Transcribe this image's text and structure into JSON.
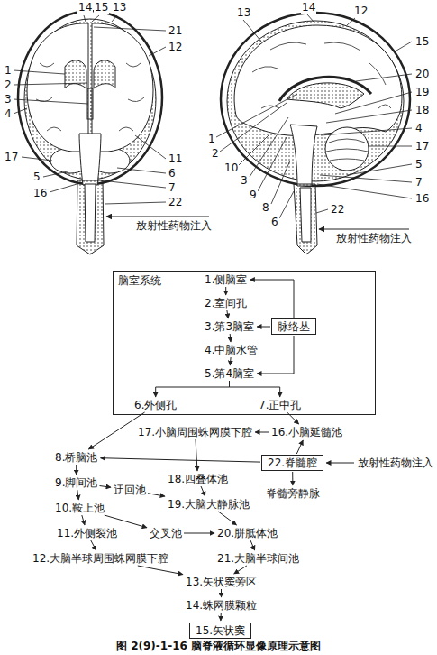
{
  "diagram": {
    "caption": "图 2(9)-1-16 脑脊液循环显像原理示意图",
    "nodes": [
      {
        "text": [
          "脑室系统"
        ]
      },
      {
        "text": [
          "1.侧脑室"
        ],
        "in": 0
      },
      {
        "text": [
          "2.室间孔"
        ],
        "in": 0
      },
      {
        "text": [
          "3.第3脑室"
        ],
        "in": 0
      },
      {
        "text": [
          "4.中脑水管"
        ],
        "in": 0
      },
      {
        "text": [
          "5.第4脑室"
        ],
        "in": 0
      },
      {
        "text": [
          "脉络丛"
        ],
        "in": 0
      },
      {
        "text": [
          "6.外侧孔"
        ],
        "in": 0
      },
      {
        "text": [
          "7.正中孔"
        ],
        "in": 0
      },
      {
        "text": [
          "8.桥脑池"
        ]
      },
      {
        "text": [
          "17.小脑周围蛛网膜下腔"
        ]
      },
      {
        "text": [
          "16.小脑延髓池"
        ]
      },
      {
        "text": [
          "22.脊髓腔"
        ]
      },
      {
        "text": [
          "脊髓旁静脉"
        ]
      },
      {
        "text": [
          "9.脚间池"
        ]
      },
      {
        "text": [
          "迂回池"
        ]
      },
      {
        "text": [
          "18.四叠体池"
        ]
      },
      {
        "text": [
          "10.鞍上池"
        ]
      },
      {
        "text": [
          "19.大脑大静脉池"
        ]
      },
      {
        "text": [
          "11.外侧裂池"
        ]
      },
      {
        "text": [
          "交叉池"
        ]
      },
      {
        "text": [
          "20.胼胝体池"
        ]
      },
      {
        "text": [
          "12.大脑半球周围蛛网膜下腔"
        ]
      },
      {
        "text": [
          "21.大脑半球间池"
        ]
      },
      {
        "text": [
          "13.矢状窦旁区"
        ]
      },
      {
        "text": [
          "14.蛛网膜颗粒"
        ]
      },
      {
        "text": [
          "15.矢状窦"
        ]
      }
    ],
    "edges": [
      {
        "from": 1,
        "to": 2,
        "arrow": "to"
      },
      {
        "from": 2,
        "to": 3,
        "arrow": "to"
      },
      {
        "from": 3,
        "to": 4,
        "arrow": "to"
      },
      {
        "from": 4,
        "to": 5,
        "arrow": "to"
      },
      {
        "from": 6,
        "to": 1,
        "arrow": "to"
      },
      {
        "from": 6,
        "to": 3,
        "arrow": "to"
      },
      {
        "from": 6,
        "to": 5,
        "arrow": "to"
      },
      {
        "from": 5,
        "to": 7,
        "arrow": "to"
      },
      {
        "from": 5,
        "to": 8,
        "arrow": "to"
      },
      {
        "from": 7,
        "to": 9,
        "arrow": "to"
      },
      {
        "from": 8,
        "to": 11,
        "arrow": "to"
      },
      {
        "from": 11,
        "to": 10,
        "arrow": "to"
      },
      {
        "from": 12,
        "to": 11,
        "arrow": "to"
      },
      {
        "from": 12,
        "to": 9,
        "arrow": "to"
      },
      {
        "from": 12,
        "to": 13,
        "arrow": "to"
      },
      {
        "from": 9,
        "to": 14,
        "arrow": "to"
      },
      {
        "from": 14,
        "to": 15,
        "arrow": "to"
      },
      {
        "from": 14,
        "to": 17,
        "arrow": "to"
      },
      {
        "from": 10,
        "to": 16,
        "arrow": "to"
      },
      {
        "from": 16,
        "to": 18,
        "arrow": "to"
      },
      {
        "from": 15,
        "to": 18,
        "arrow": "to"
      },
      {
        "from": 17,
        "to": 19,
        "arrow": "to"
      },
      {
        "from": 17,
        "to": 20,
        "arrow": "to"
      },
      {
        "from": 20,
        "to": 21,
        "arrow": "to"
      },
      {
        "from": 18,
        "to": 21,
        "arrow": "to"
      },
      {
        "from": 19,
        "to": 22,
        "arrow": "to"
      },
      {
        "from": 21,
        "to": 23,
        "arrow": "to"
      },
      {
        "from": 22,
        "to": 24,
        "arrow": "to"
      },
      {
        "from": 23,
        "to": 24,
        "arrow": "to"
      },
      {
        "from": 24,
        "to": 25,
        "arrow": "to"
      },
      {
        "from": 25,
        "to": 26,
        "arrow": "to"
      }
    ],
    "labels": [
      "1",
      "2",
      "3",
      "4",
      "17",
      "5",
      "16",
      "14",
      "15",
      "13",
      "21",
      "12",
      "11",
      "6",
      "7",
      "22",
      "放射性药物注入",
      "13",
      "14",
      "12",
      "15",
      "20",
      "19",
      "18",
      "4",
      "17",
      "5",
      "7",
      "16",
      "22",
      "1",
      "2",
      "10",
      "3",
      "9",
      "8",
      "6",
      "放射性药物注入",
      "放射性药物注入"
    ]
  }
}
